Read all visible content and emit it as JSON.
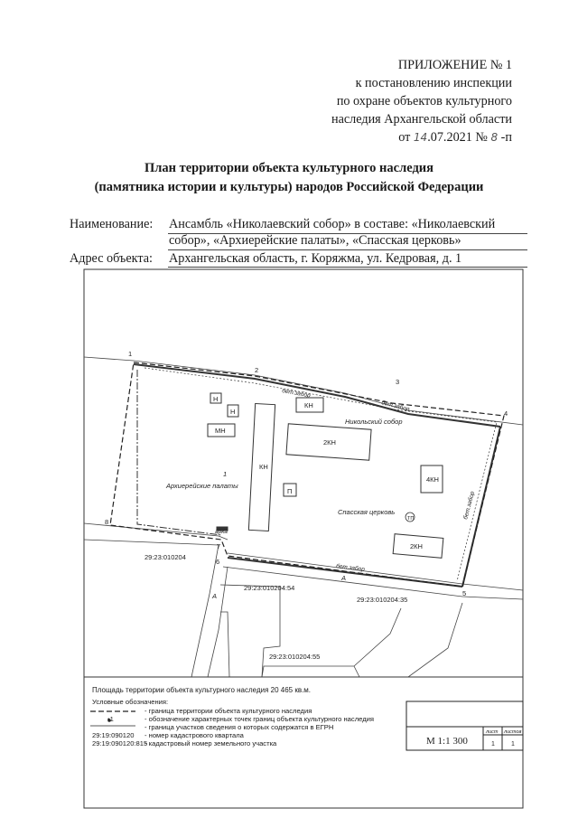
{
  "header": {
    "line1": "ПРИЛОЖЕНИЕ № 1",
    "line2": "к постановлению инспекции",
    "line3": "по охране объектов культурного",
    "line4": "наследия Архангельской области",
    "date_prefix": "от",
    "date_day": "14",
    "date_rest": ".07.2021 №",
    "doc_number": "8",
    "doc_suffix": "-п"
  },
  "title": {
    "line1": "План территории объекта культурного наследия",
    "line2": "(памятника истории и культуры) народов Российской Федерации"
  },
  "fields": {
    "name_label": "Наименование:",
    "name_value": "Ансамбль «Николаевский собор» в составе: «Николаевский собор», «Архиерейские палаты», «Спасская церковь»",
    "address_label": "Адрес объекта:",
    "address_value": "Архангельская область, г. Коряжма, ул. Кедровая, д. 1"
  },
  "plan": {
    "points": [
      "1",
      "2",
      "3",
      "4",
      "5",
      "6",
      "7",
      "8"
    ],
    "labels": {
      "bet_zabor": "бет.забор",
      "nikolsky": "Никольский собор",
      "arhiereyskie": "Архиерейские палаты",
      "spasskaya": "Спасская церковь",
      "arka": "арка",
      "kn": "КН",
      "kn2": "2КН",
      "kn4": "4КН",
      "mn": "МН",
      "n": "Н",
      "rn": "П",
      "one": "1",
      "ts": "ТП",
      "a": "А"
    },
    "cadastral": {
      "quarter": "29:23:010204",
      "parcel54": "29:23:010204:54",
      "parcel35": "29:23:010204:35",
      "parcel55": "29:23:010204:55"
    }
  },
  "area_text": "Площадь территории объекта культурного наследия 20 465 кв.м.",
  "legend": {
    "title": "Условные обозначения:",
    "items": [
      {
        "sample": "",
        "text": "- граница территории объекта культурного наследия"
      },
      {
        "sample": "•1",
        "text": "- обозначение характерных точек границ объекта культурного наследия"
      },
      {
        "sample": "",
        "text": "- граница участков сведения о которых содержатся в ЕГРН"
      },
      {
        "sample": "29:19:090120",
        "text": "- номер кадастрового квартала"
      },
      {
        "sample": "29:19:090120:815",
        "text": "- кадастровый номер земельного участка"
      }
    ]
  },
  "stamp": {
    "scale": "М 1:1 300",
    "sheet_label": "лист",
    "sheets_label": "листов",
    "sheet": "1",
    "sheets": "1"
  }
}
